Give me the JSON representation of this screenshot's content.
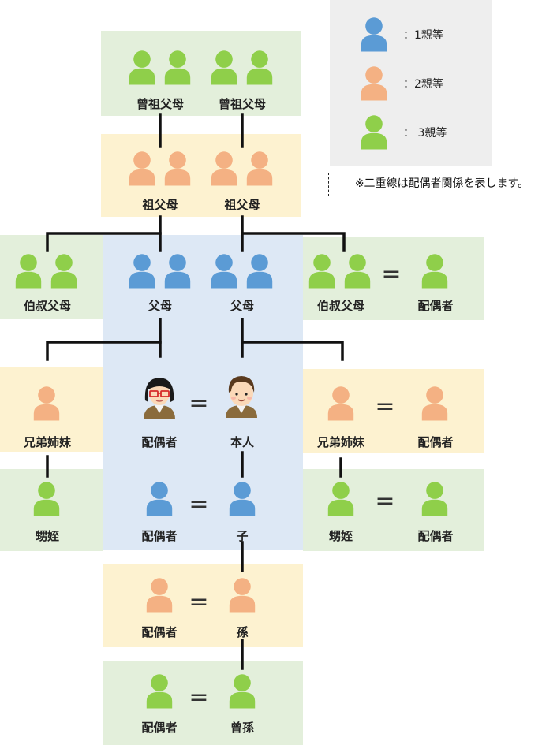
{
  "legend": {
    "items": [
      {
        "label": "：1親等",
        "color": "#5b9bd5"
      },
      {
        "label": "：2親等",
        "color": "#f4b183"
      },
      {
        "label": "：  3親等",
        "color": "#8fcf4a"
      }
    ]
  },
  "note": "※二重線は配偶者関係を表します。",
  "colors": {
    "deg1": "#5b9bd5",
    "deg2": "#f4b183",
    "deg3": "#8fcf4a"
  },
  "labels": {
    "great_grandparents_left": "曾祖父母",
    "great_grandparents_right": "曾祖父母",
    "grandparents_left": "祖父母",
    "grandparents_right": "祖父母",
    "uncle_aunt_left": "伯叔父母",
    "parents_left": "父母",
    "parents_right": "父母",
    "uncle_aunt_right": "伯叔父母",
    "uncle_aunt_right_spouse": "配偶者",
    "sibling_left": "兄弟姉妹",
    "self_spouse": "配偶者",
    "self": "本人",
    "sibling_right": "兄弟姉妹",
    "sibling_right_spouse": "配偶者",
    "nephew_left": "甥姪",
    "child_spouse": "配偶者",
    "child": "子",
    "nephew_right": "甥姪",
    "nephew_right_spouse": "配偶者",
    "grandchild_spouse": "配偶者",
    "grandchild": "孫",
    "great_grandchild_spouse": "配偶者",
    "great_grandchild": "曾孫"
  },
  "equals_sign": "="
}
